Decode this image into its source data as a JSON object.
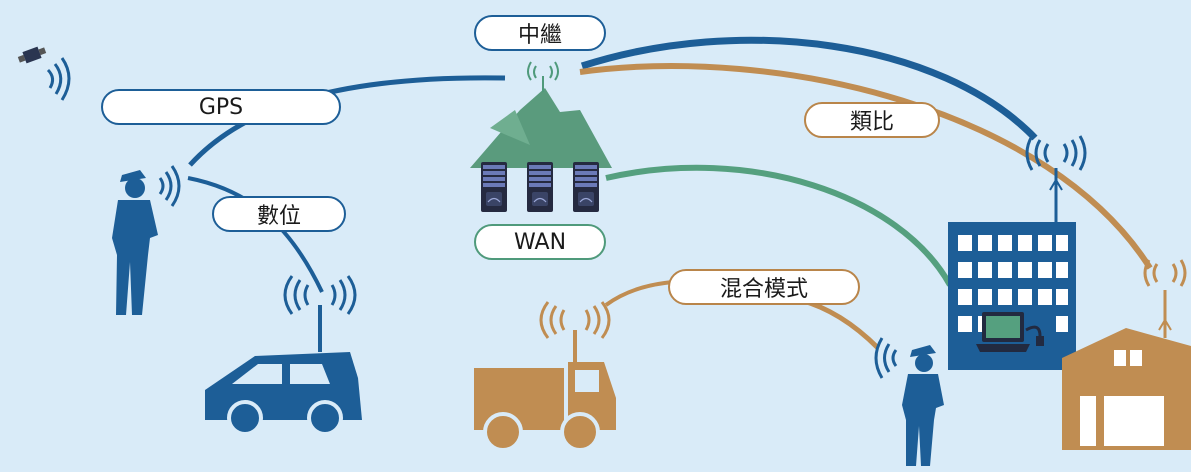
{
  "labels": {
    "relay": "中繼",
    "gps": "GPS",
    "analog": "類比",
    "digital": "數位",
    "wan": "WAN",
    "mixed": "混合模式"
  },
  "colors": {
    "background": "#d9ebf8",
    "blue": "#1d5e97",
    "orange": "#c08d52",
    "green": "#55a07f",
    "mountain": "#5a9b7d",
    "server": "#252a40"
  },
  "icons": [
    "satellite-icon",
    "officer-icon",
    "patrol-car-icon",
    "mountain-icon",
    "server-icon",
    "truck-icon",
    "building-icon",
    "laptop-icon",
    "warehouse-icon",
    "signal-wave-icon",
    "antenna-icon"
  ]
}
